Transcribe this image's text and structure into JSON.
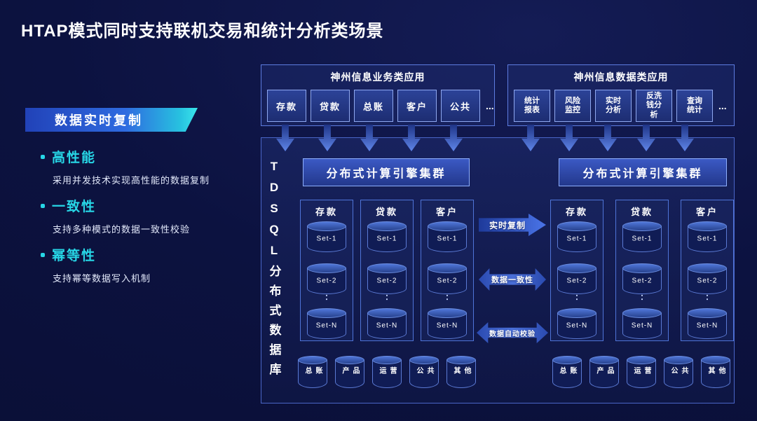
{
  "title": "HTAP模式同时支持联机交易和统计分析类场景",
  "left": {
    "badge": "数据实时复制",
    "bullets": [
      {
        "heading": "高性能",
        "desc": "采用并发技术实现高性能的数据复制"
      },
      {
        "heading": "一致性",
        "desc": "支持多种模式的数据一致性校验"
      },
      {
        "heading": "幂等性",
        "desc": "支持幂等数据写入机制"
      }
    ]
  },
  "diagram": {
    "business_apps": {
      "title": "神州信息业务类应用",
      "items": [
        "存款",
        "贷款",
        "总账",
        "客户",
        "公共"
      ],
      "more": "..."
    },
    "data_apps": {
      "title": "神州信息数据类应用",
      "items": [
        "统计报表",
        "风险监控",
        "实时分析",
        "反洗钱分析",
        "查询统计"
      ],
      "more": "..."
    },
    "db_vertical_label": "TDSQL分布式数据库",
    "engine_cluster_left": "分布式计算引擎集群",
    "engine_cluster_right": "分布式计算引擎集群",
    "groups_left": [
      "存款",
      "贷款",
      "客户"
    ],
    "groups_right": [
      "存款",
      "贷款",
      "客户"
    ],
    "set_labels": [
      "Set-1",
      "Set-2",
      "Set-N"
    ],
    "gap_dots": "··",
    "flows": [
      {
        "label": "实时复制"
      },
      {
        "label": "数据一致性"
      },
      {
        "label": "数据自动校验"
      }
    ],
    "bottom_left": [
      "总账",
      "产品",
      "运营",
      "公共",
      "其他"
    ],
    "bottom_right": [
      "总账",
      "产品",
      "运营",
      "公共",
      "其他"
    ]
  }
}
